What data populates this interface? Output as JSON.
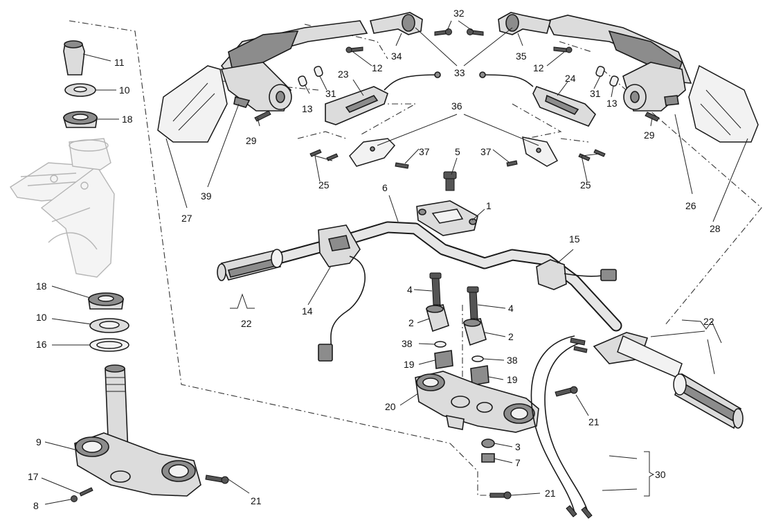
{
  "callouts": [
    {
      "id": "c1",
      "text": "1"
    },
    {
      "id": "c2a",
      "text": "2"
    },
    {
      "id": "c2b",
      "text": "2"
    },
    {
      "id": "c3",
      "text": "3"
    },
    {
      "id": "c4a",
      "text": "4"
    },
    {
      "id": "c4b",
      "text": "4"
    },
    {
      "id": "c5",
      "text": "5"
    },
    {
      "id": "c6",
      "text": "6"
    },
    {
      "id": "c7",
      "text": "7"
    },
    {
      "id": "c8",
      "text": "8"
    },
    {
      "id": "c9",
      "text": "9"
    },
    {
      "id": "c10a",
      "text": "10"
    },
    {
      "id": "c10b",
      "text": "10"
    },
    {
      "id": "c11",
      "text": "11"
    },
    {
      "id": "c12a",
      "text": "12"
    },
    {
      "id": "c12b",
      "text": "12"
    },
    {
      "id": "c13a",
      "text": "13"
    },
    {
      "id": "c13b",
      "text": "13"
    },
    {
      "id": "c14",
      "text": "14"
    },
    {
      "id": "c15",
      "text": "15"
    },
    {
      "id": "c16",
      "text": "16"
    },
    {
      "id": "c17",
      "text": "17"
    },
    {
      "id": "c18a",
      "text": "18"
    },
    {
      "id": "c18b",
      "text": "18"
    },
    {
      "id": "c19a",
      "text": "19"
    },
    {
      "id": "c19b",
      "text": "19"
    },
    {
      "id": "c20",
      "text": "20"
    },
    {
      "id": "c21a",
      "text": "21"
    },
    {
      "id": "c21b",
      "text": "21"
    },
    {
      "id": "c21c",
      "text": "21"
    },
    {
      "id": "c22a",
      "text": "22"
    },
    {
      "id": "c22b",
      "text": "22"
    },
    {
      "id": "c23",
      "text": "23"
    },
    {
      "id": "c24",
      "text": "24"
    },
    {
      "id": "c25a",
      "text": "25"
    },
    {
      "id": "c25b",
      "text": "25"
    },
    {
      "id": "c26",
      "text": "26"
    },
    {
      "id": "c27",
      "text": "27"
    },
    {
      "id": "c28",
      "text": "28"
    },
    {
      "id": "c29a",
      "text": "29"
    },
    {
      "id": "c29b",
      "text": "29"
    },
    {
      "id": "c30",
      "text": "30"
    },
    {
      "id": "c31a",
      "text": "31"
    },
    {
      "id": "c31b",
      "text": "31"
    },
    {
      "id": "c32",
      "text": "32"
    },
    {
      "id": "c33",
      "text": "33"
    },
    {
      "id": "c34",
      "text": "34"
    },
    {
      "id": "c35",
      "text": "35"
    },
    {
      "id": "c36",
      "text": "36"
    },
    {
      "id": "c37a",
      "text": "37"
    },
    {
      "id": "c37b",
      "text": "37"
    },
    {
      "id": "c38a",
      "text": "38"
    },
    {
      "id": "c38b",
      "text": "38"
    },
    {
      "id": "c39",
      "text": "39"
    }
  ]
}
